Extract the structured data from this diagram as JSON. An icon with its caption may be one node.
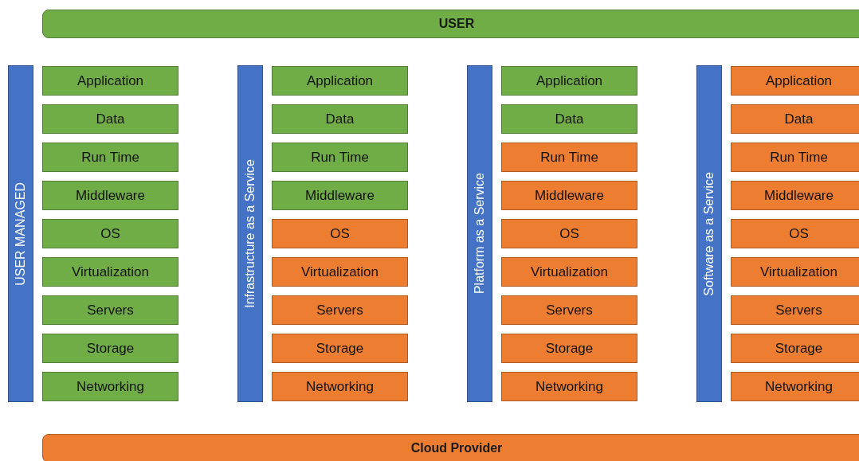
{
  "diagram": {
    "nodes": [
      {
        "text": [
          "USER"
        ]
      },
      {
        "text": [
          "USER MANAGED"
        ]
      },
      {
        "text": [
          "Application"
        ]
      },
      {
        "text": [
          "Data"
        ]
      },
      {
        "text": [
          "Run Time"
        ]
      },
      {
        "text": [
          "Middleware"
        ]
      },
      {
        "text": [
          "OS"
        ]
      },
      {
        "text": [
          "Virtualization"
        ]
      },
      {
        "text": [
          "Servers"
        ]
      },
      {
        "text": [
          "Storage"
        ]
      },
      {
        "text": [
          "Networking"
        ]
      },
      {
        "text": [
          "Infrastructure as a Service"
        ]
      },
      {
        "text": [
          "Application"
        ]
      },
      {
        "text": [
          "Data"
        ]
      },
      {
        "text": [
          "Run Time"
        ]
      },
      {
        "text": [
          "Middleware"
        ]
      },
      {
        "text": [
          "OS"
        ]
      },
      {
        "text": [
          "Virtualization"
        ]
      },
      {
        "text": [
          "Servers"
        ]
      },
      {
        "text": [
          "Storage"
        ]
      },
      {
        "text": [
          "Networking"
        ]
      },
      {
        "text": [
          "Platform as a Service"
        ]
      },
      {
        "text": [
          "Application"
        ]
      },
      {
        "text": [
          "Data"
        ]
      },
      {
        "text": [
          "Run Time"
        ]
      },
      {
        "text": [
          "Middleware"
        ]
      },
      {
        "text": [
          "OS"
        ]
      },
      {
        "text": [
          "Virtualization"
        ]
      },
      {
        "text": [
          "Servers"
        ]
      },
      {
        "text": [
          "Storage"
        ]
      },
      {
        "text": [
          "Networking"
        ]
      },
      {
        "text": [
          "Software as a Service"
        ]
      },
      {
        "text": [
          "Application"
        ]
      },
      {
        "text": [
          "Data"
        ]
      },
      {
        "text": [
          "Run Time"
        ]
      },
      {
        "text": [
          "Middleware"
        ]
      },
      {
        "text": [
          "OS"
        ]
      },
      {
        "text": [
          "Virtualization"
        ]
      },
      {
        "text": [
          "Servers"
        ]
      },
      {
        "text": [
          "Storage"
        ]
      },
      {
        "text": [
          "Networking"
        ]
      },
      {
        "text": [
          "Cloud Provider"
        ]
      }
    ]
  }
}
